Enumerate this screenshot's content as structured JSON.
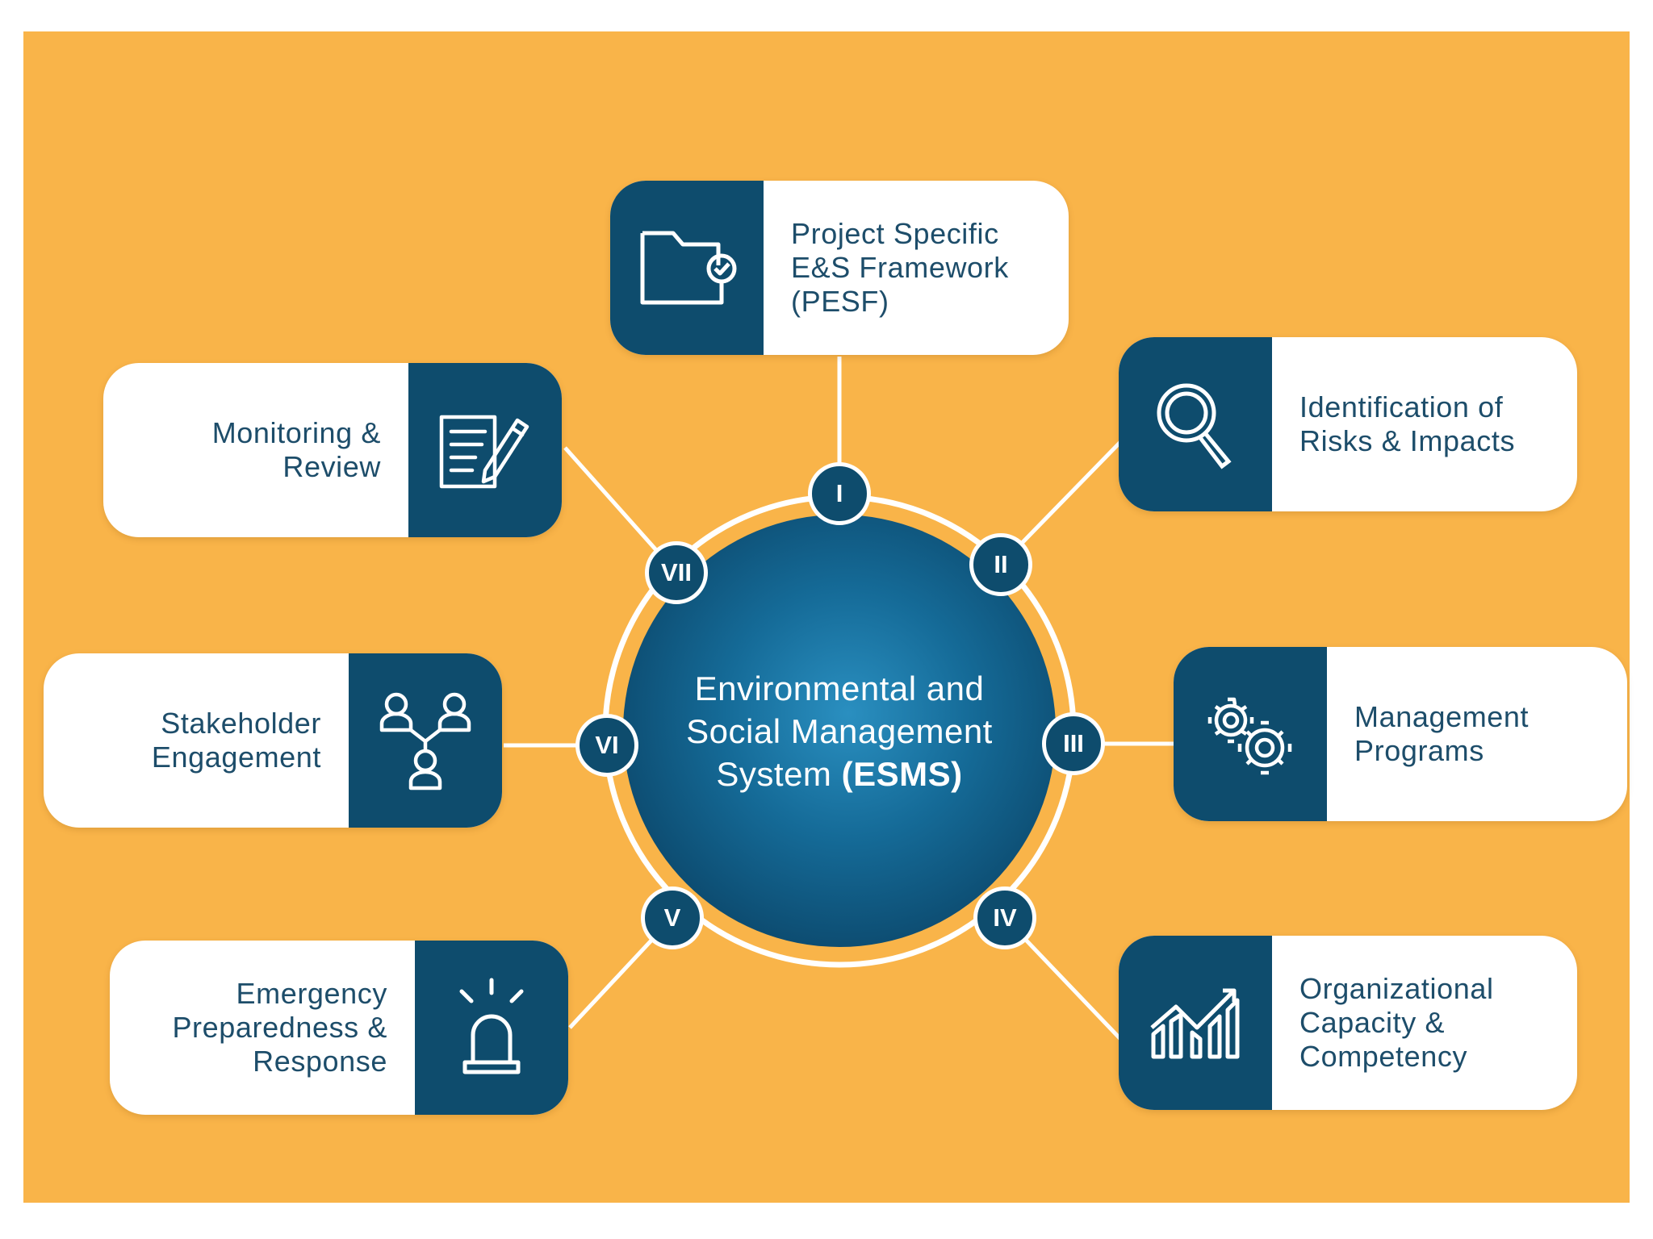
{
  "center": {
    "line1": "Environmental and",
    "line2": "Social Management",
    "line3_prefix": "System ",
    "line3_bold": "(ESMS)"
  },
  "elements": [
    {
      "numeral": "I",
      "lines": [
        "Project Specific",
        "E&S Framework",
        "(PESF)"
      ],
      "icon": "folder-check-icon"
    },
    {
      "numeral": "II",
      "lines": [
        "Identification of",
        "Risks & Impacts"
      ],
      "icon": "magnifier-icon"
    },
    {
      "numeral": "III",
      "lines": [
        "Management",
        "Programs"
      ],
      "icon": "gears-icon"
    },
    {
      "numeral": "IV",
      "lines": [
        "Organizational",
        "Capacity &",
        "Competency"
      ],
      "icon": "rising-chart-icon"
    },
    {
      "numeral": "V",
      "lines": [
        "Emergency",
        "Preparedness &",
        "Response"
      ],
      "icon": "alarm-light-icon"
    },
    {
      "numeral": "VI",
      "lines": [
        "Stakeholder",
        "Engagement"
      ],
      "icon": "people-network-icon"
    },
    {
      "numeral": "VII",
      "lines": [
        "Monitoring &",
        "Review"
      ],
      "icon": "document-pen-icon"
    }
  ],
  "colors": {
    "background": "#f9b449",
    "navy": "#0e4c6d",
    "label_text": "#1d4d6a",
    "card": "#ffffff"
  }
}
